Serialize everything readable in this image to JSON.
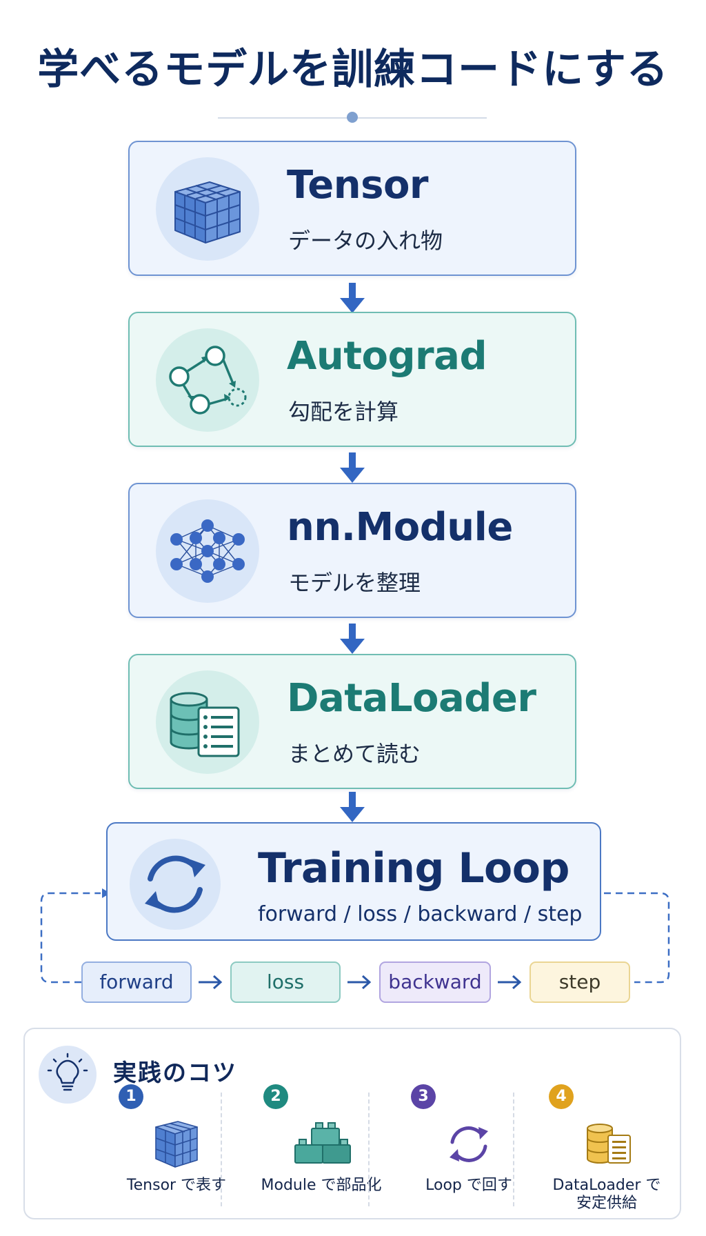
{
  "title": "学べるモデルを訓練コードにする",
  "stages": [
    {
      "title": "Tensor",
      "subtitle": "データの入れ物",
      "icon": "cube-icon"
    },
    {
      "title": "Autograd",
      "subtitle": "勾配を計算",
      "icon": "graph-icon"
    },
    {
      "title": "nn.Module",
      "subtitle": "モデルを整理",
      "icon": "network-icon"
    },
    {
      "title": "DataLoader",
      "subtitle": "まとめて読む",
      "icon": "database-icon"
    }
  ],
  "training_loop": {
    "title": "Training Loop",
    "subtitle": "forward / loss / backward / step",
    "steps": [
      "forward",
      "loss",
      "backward",
      "step"
    ]
  },
  "tips": {
    "title": "実践のコツ",
    "items": [
      {
        "number": "1",
        "label": "Tensor で表す",
        "color": "#2f5fb3"
      },
      {
        "number": "2",
        "label": "Module で部品化",
        "color": "#1f8a80"
      },
      {
        "number": "3",
        "label": "Loop で回す",
        "color": "#5b44a6"
      },
      {
        "number": "4",
        "label": "DataLoader で\n安定供給",
        "color": "#e0a21e"
      }
    ]
  },
  "colors": {
    "navy": "#0e2a5e",
    "blue_accent": "#2f5fb3",
    "teal_accent": "#1c7b74"
  }
}
